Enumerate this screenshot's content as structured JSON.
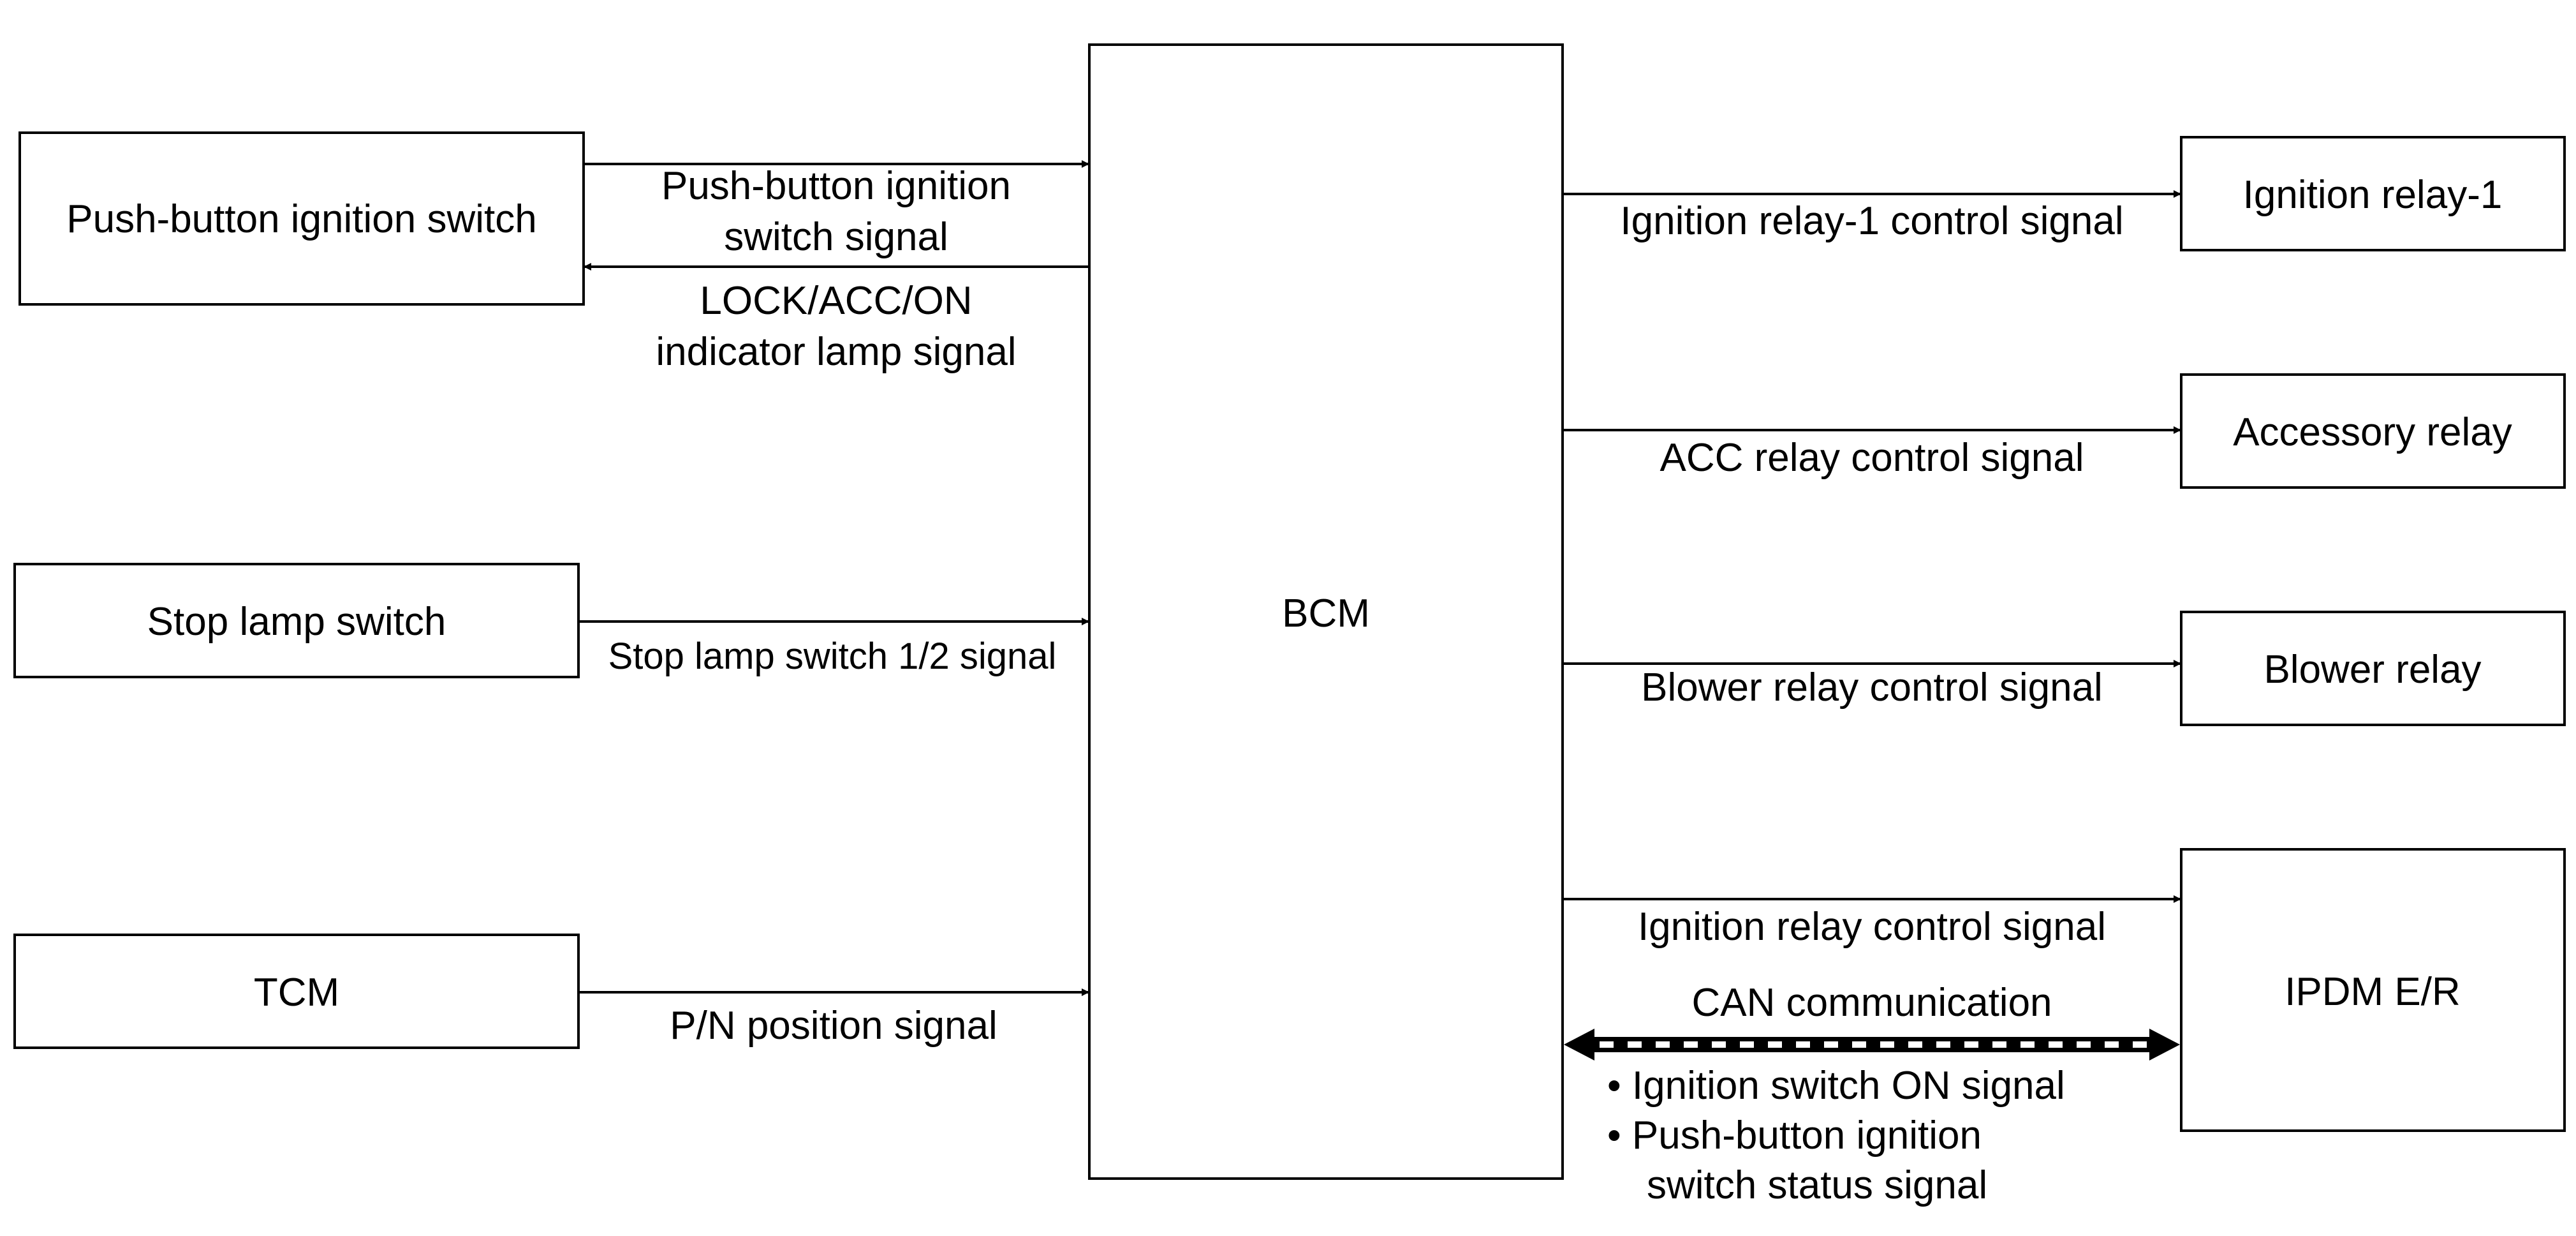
{
  "blocks": {
    "push_button_switch": "Push-button ignition switch",
    "stop_lamp_switch": "Stop lamp switch",
    "tcm": "TCM",
    "bcm": "BCM",
    "ignition_relay_1": "Ignition relay-1",
    "accessory_relay": "Accessory relay",
    "blower_relay": "Blower relay",
    "ipdm": "IPDM E/R"
  },
  "signals": {
    "push_button_signal": [
      "Push-button ignition",
      "switch signal"
    ],
    "indicator_lamp_signal": [
      "LOCK/ACC/ON",
      "indicator lamp signal"
    ],
    "stop_lamp_signal": "Stop lamp switch 1/2 signal",
    "pn_position_signal": "P/N position signal",
    "ign_relay_1_control": "Ignition relay-1 control signal",
    "acc_relay_control": "ACC relay control signal",
    "blower_relay_control": "Blower relay control signal",
    "ign_relay_control": "Ignition relay control signal",
    "can_communication": "CAN communication",
    "can_items": [
      "• Ignition switch ON signal",
      "• Push-button ignition",
      "switch status signal"
    ]
  }
}
